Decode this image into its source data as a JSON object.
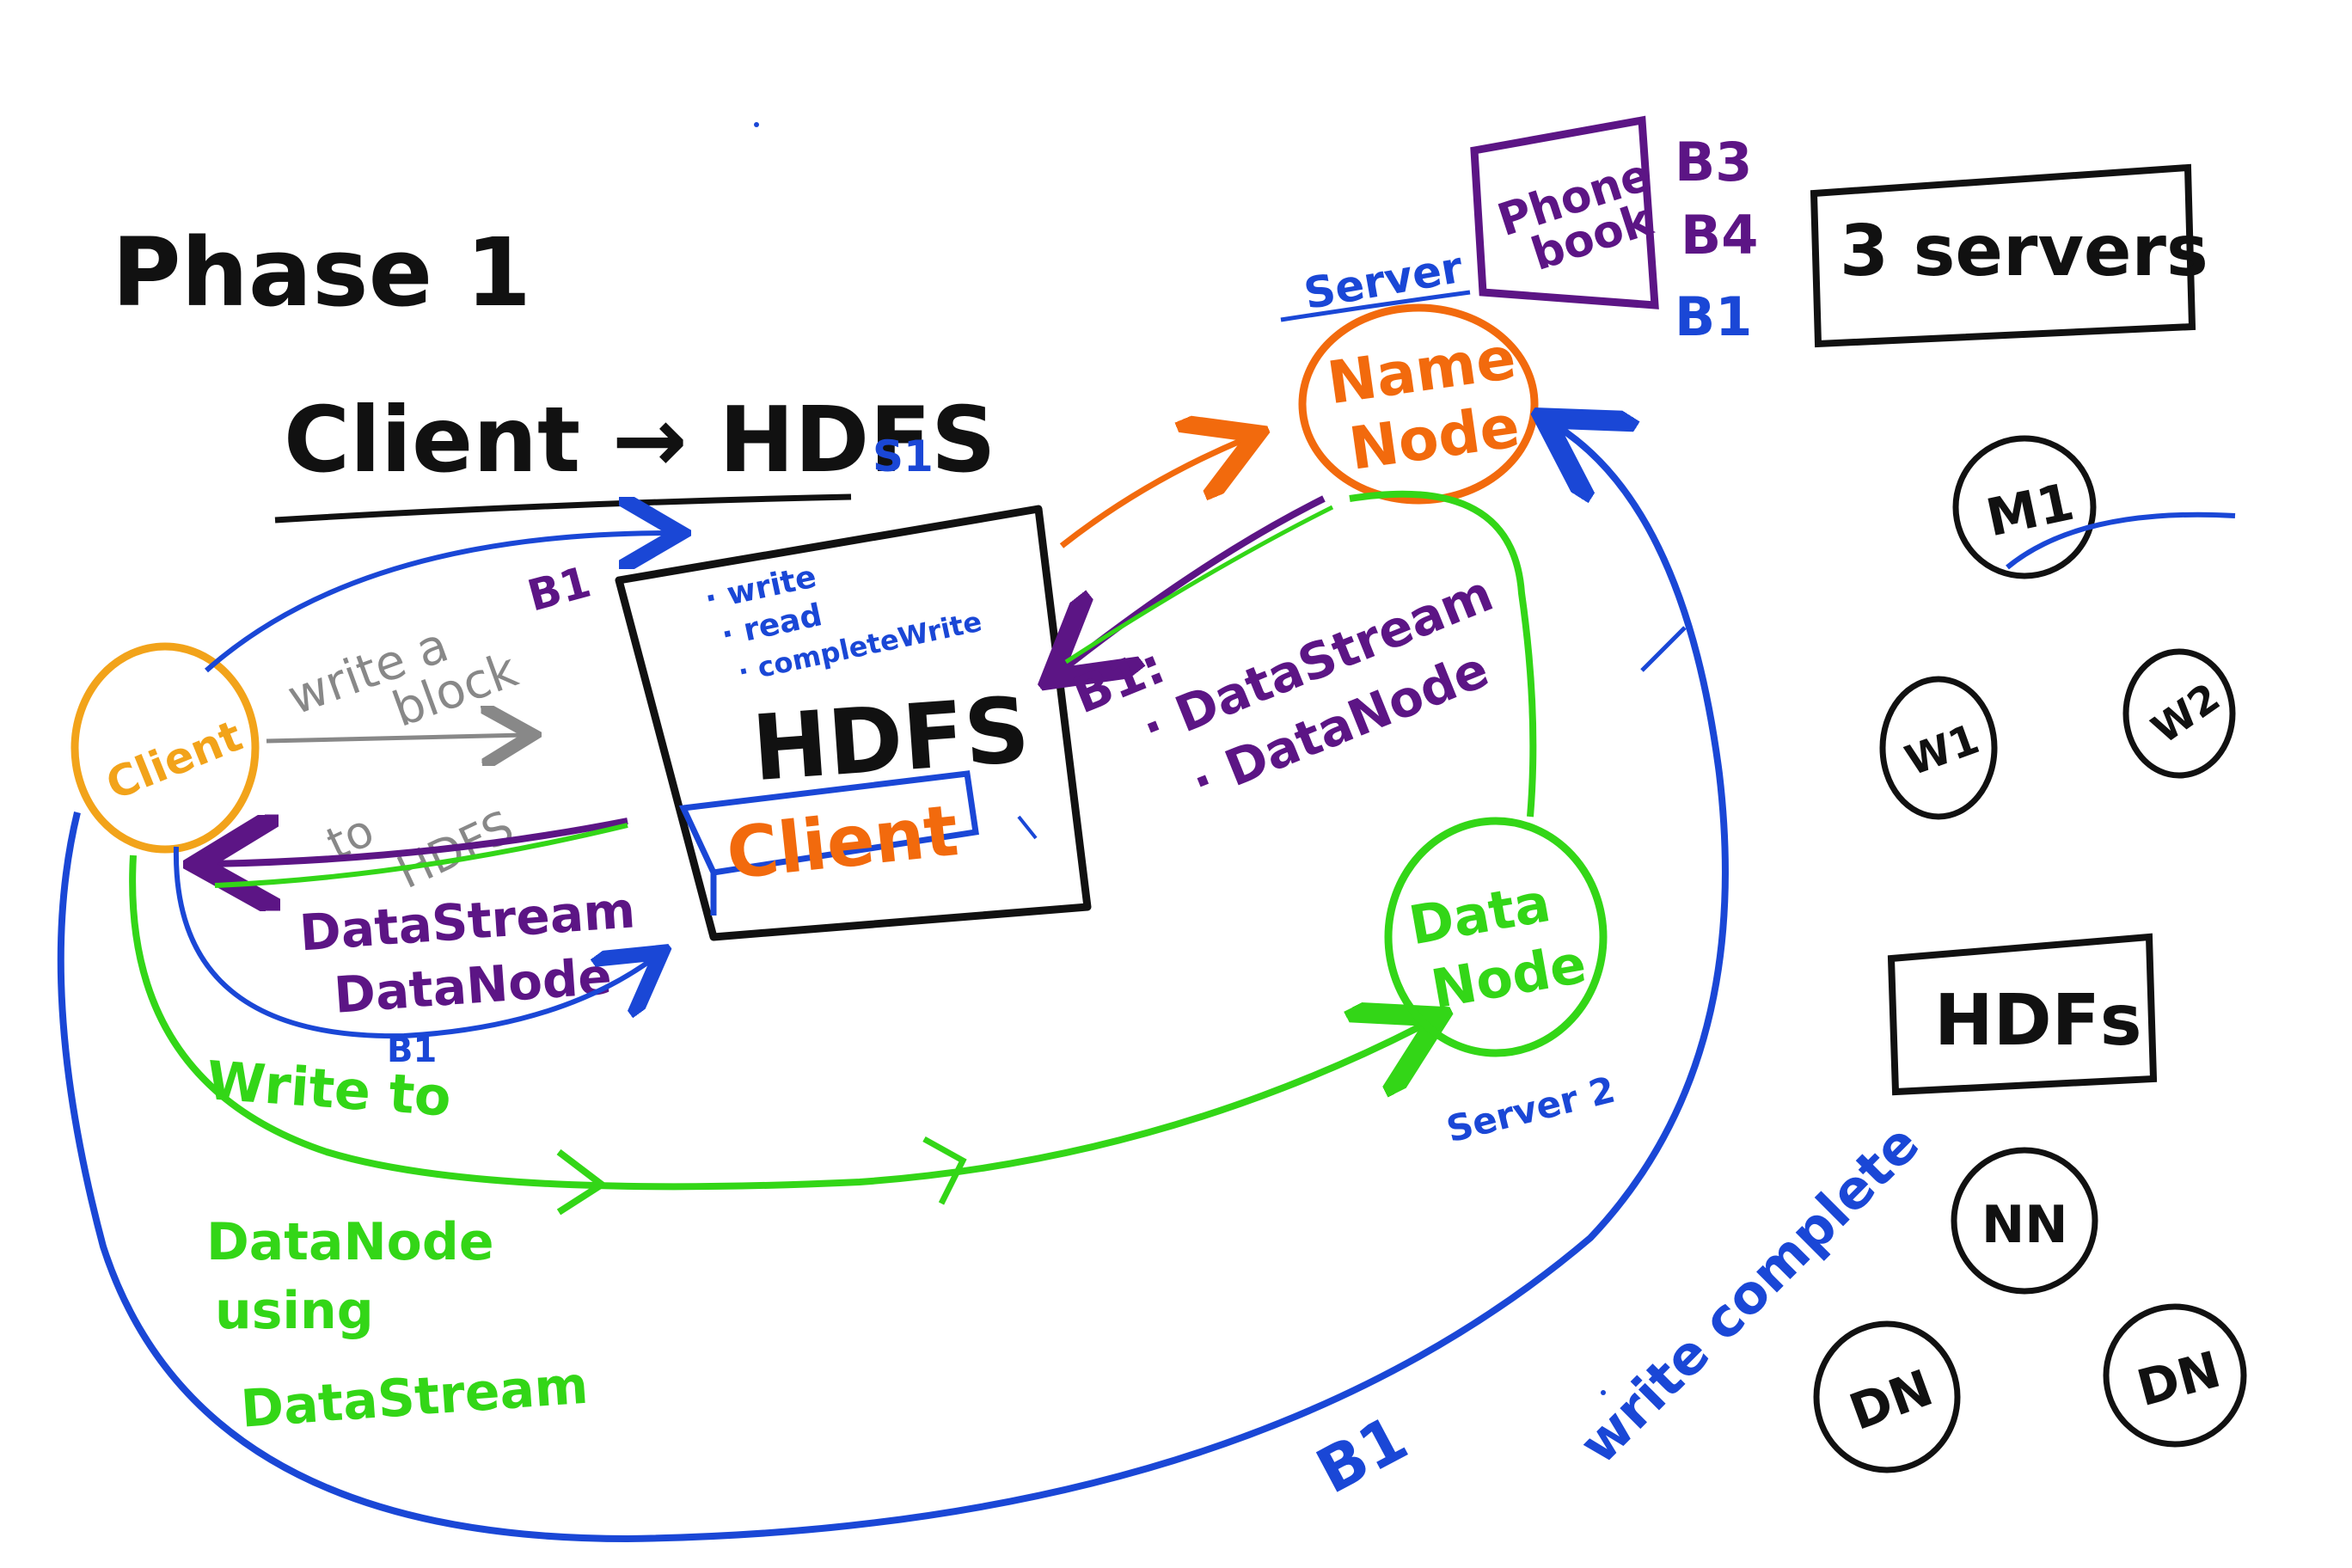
{
  "colors": {
    "black": "#111111",
    "blue": "#1a47d6",
    "green": "#33d617",
    "orange": "#f26a0d",
    "purple": "#5c1585",
    "yellow": "#f2a31a",
    "gray": "#888888"
  },
  "title": "Phase 1",
  "subtitle": "Client → HDFS",
  "s1_label": "S1",
  "hdfs_box": {
    "label": "HDFS",
    "methods": [
      "· write",
      "· read",
      "· completeWrite"
    ],
    "client_label": "Client"
  },
  "hdfs_b1": "B1",
  "client_node": {
    "label": "Client"
  },
  "namenode": {
    "label_line1": "Name",
    "label_line2": "Node"
  },
  "datanode": {
    "label_line1": "Data",
    "label_line2": "Node"
  },
  "phonebook": {
    "line1": "Phone",
    "line2": "book",
    "server_label": "Server"
  },
  "blocks": [
    "B3",
    "B4",
    "B1"
  ],
  "write_block_note": {
    "line1": "write a",
    "line2": "block",
    "line3": "to",
    "line4": "HDFS"
  },
  "client_return": {
    "line1": "DataStream",
    "line2": "DataNode"
  },
  "namenode_return": {
    "prefix": "B1:",
    "line1": "· DataStream",
    "line2": "· DataNode"
  },
  "write_to_note": {
    "line1": "Write to",
    "b1": "B1",
    "line2": "DataNode",
    "line3": "using",
    "line4": "DataStream"
  },
  "server2_label": "Server 2",
  "write_complete": {
    "b1": "B1",
    "text": "write complete"
  },
  "legend": {
    "servers_box": "3 servers",
    "nodes_top": [
      "M1",
      "W1",
      "W2"
    ],
    "hdfs_box": "HDFs",
    "nodes_bottom": [
      "NN",
      "DN",
      "DN"
    ]
  }
}
